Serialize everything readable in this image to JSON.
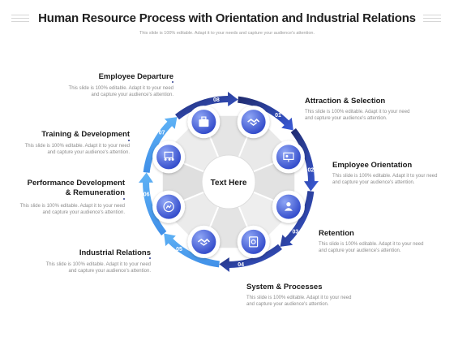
{
  "title": "Human Resource Process with Orientation and Industrial Relations",
  "subtitle": "This slide is 100% editable.  Adapt it to your needs and capture your audience's  attention.",
  "center": {
    "label": "Text Here"
  },
  "colors": {
    "navy": "#1f2a6b",
    "blue": "#3a5bd9",
    "lightBlue": "#3f8fe8",
    "segment": "#e8e8e8"
  },
  "steps": [
    {
      "num": "01",
      "label": "Attraction & Selection",
      "desc": "This slide is 100% editable. Adapt it to your need and capture your audience's attention.",
      "icon": "handshake-icon"
    },
    {
      "num": "02",
      "label": "Employee Orientation",
      "desc": "This slide is 100% editable. Adapt it to your need and capture your audience's attention.",
      "icon": "presentation-icon"
    },
    {
      "num": "03",
      "label": "Retention",
      "desc": "This slide is 100% editable. Adapt it to your need and capture your audience's attention.",
      "icon": "person-icon"
    },
    {
      "num": "04",
      "label": "System & Processes",
      "desc": "This slide is 100% editable. Adapt it to your need and capture your audience's attention.",
      "icon": "gear-document-icon"
    },
    {
      "num": "05",
      "label": "Industrial Relations",
      "desc": "This slide is 100% editable. Adapt it to your need and capture your audience's attention.",
      "icon": "handshake-icon"
    },
    {
      "num": "06",
      "label": "Performance Development\n& Remuneration",
      "desc": "This slide is 100% editable. Adapt it to your need and capture your audience's attention.",
      "icon": "growth-icon"
    },
    {
      "num": "07",
      "label": "Training & Development",
      "desc": "This slide is 100% editable. Adapt it to your need and capture your audience's attention.",
      "icon": "training-icon"
    },
    {
      "num": "08",
      "label": "Employee Departure",
      "desc": "This slide is 100% editable. Adapt it to your need and capture your audience's attention.",
      "icon": "briefcase-icon"
    }
  ]
}
